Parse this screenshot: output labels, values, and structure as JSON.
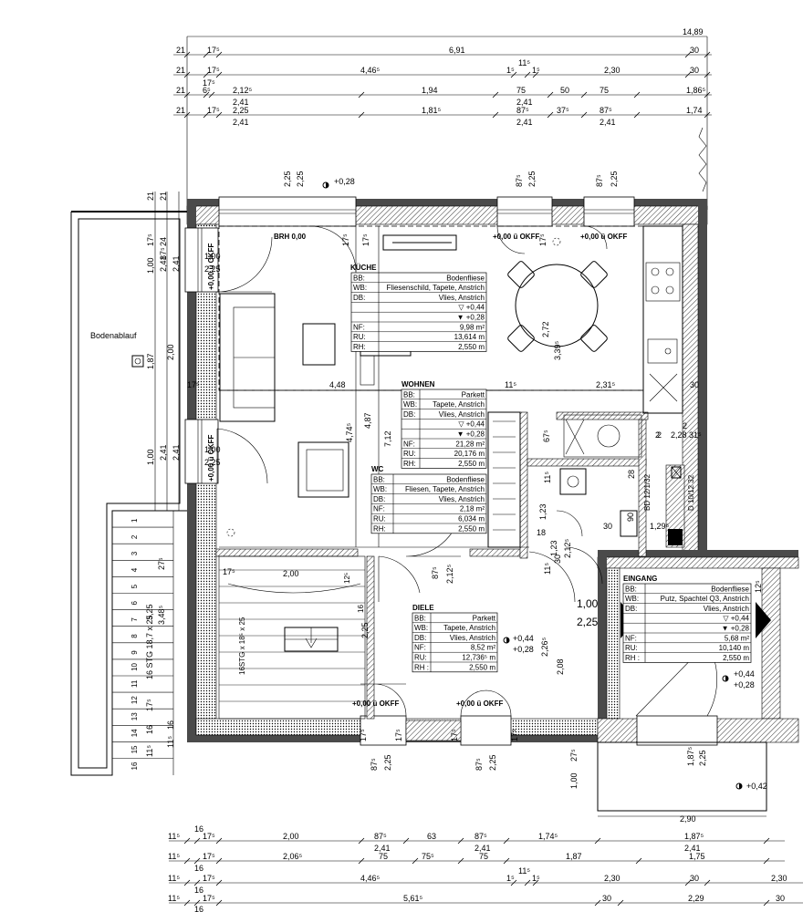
{
  "dims": {
    "top": {
      "r1": {
        "a": "21",
        "b": "17⁵",
        "c": "6,91",
        "d": "30",
        "total": "14,89"
      },
      "r2": {
        "a": "21",
        "b": "17⁵",
        "c": "4,46⁵",
        "d": "1⁵",
        "e": "11⁵",
        "f": "1⁵",
        "g": "2,30",
        "h": "30"
      },
      "r3": {
        "a": "21",
        "b": "6⁵",
        "c": "2,12⁵",
        "c2": "2,41",
        "d": "1,94",
        "e": "75",
        "e2": "2,41",
        "f": "50",
        "g": "75",
        "h": "1,86⁵",
        "sub": "17⁵"
      },
      "r4": {
        "a": "21",
        "b": "17⁵",
        "c": "2,25",
        "c2": "2,41",
        "d": "1,81⁵",
        "e": "87⁵",
        "e2": "2,41",
        "f": "37⁵",
        "g": "87⁵",
        "g2": "2,41",
        "h": "1,74"
      }
    },
    "bottom": {
      "r1": {
        "a": "11⁵",
        "a2": "16",
        "b": "17⁵",
        "c": "2,00",
        "d": "87⁵",
        "d2": "2,41",
        "e": "63",
        "f": "87⁵",
        "f2": "2,41",
        "g": "1,74⁵",
        "h": "1,87⁵",
        "h2": "2,41"
      },
      "r2": {
        "a": "11⁵",
        "a2": "16",
        "b": "17⁵",
        "c": "2,06⁵",
        "d": "75",
        "e": "75⁵",
        "f": "75",
        "g": "1,87",
        "h": "1,75"
      },
      "r3": {
        "a": "11⁵",
        "a2": "16",
        "b": "17⁵",
        "c": "4,46⁵",
        "d": "1⁵",
        "e": "11⁵",
        "f": "1⁵",
        "g": "2,30",
        "h": "30",
        "i": "2,30"
      },
      "r4": {
        "a": "11⁵",
        "a2": "16",
        "b": "17⁵",
        "c": "5,61⁵",
        "d": "30",
        "e": "2,29",
        "f": "30"
      }
    },
    "left": {
      "a": "1,00",
      "a2": "2,41",
      "a3": "17⁵",
      "a4": "24",
      "a5": "87⁵",
      "a6": "2,41",
      "b": "1,87",
      "c": "2,00",
      "d": "1,00",
      "d2": "2,41",
      "d3": "2,41",
      "e": "27⁵",
      "f": "3,25",
      "f2": "3,48⁵",
      "g": "16 STG 18,7 x 25",
      "h": "17⁵",
      "h2": "16",
      "h3": "11⁵",
      "top21": "21",
      "top21b": "21"
    },
    "interior": {
      "win1h": "2,25",
      "win1h2": "2,25",
      "win2h": "87⁵",
      "win2h2": "2,25",
      "win3h": "87⁵",
      "win3h2": "2,25",
      "kuecheH": "2,72",
      "kuecheH2": "3,39⁵",
      "wohnW": "4,48",
      "wohnH": "4,74⁵",
      "wohnH2": "4,87",
      "wohnH3": "7,12",
      "w17": "17⁵",
      "w11": "11⁵",
      "w231": "2,31⁵",
      "w30": "30",
      "w675": "67⁵",
      "hall123": "1,23",
      "hall2125": "2,12⁵",
      "hall30": "30",
      "hall115": "11⁵",
      "hall18": "18",
      "hall90": "90",
      "hall129": "1,29⁵",
      "hall28": "28",
      "hall2": "2",
      "hall228": "2,28",
      "hall315": "31⁵",
      "st175": "17⁵",
      "st200": "2,00",
      "st125": "12⁵",
      "st16": "16",
      "st225": "2,25",
      "stair": "16STG x 18⁵ x 25",
      "d875": "87⁵",
      "d2125": "2,12⁵",
      "dh100": "1,00",
      "dh225": "2,25",
      "d226": "2,26⁵",
      "d208": "2,08",
      "eing275": "27⁵",
      "eing100": "1,00",
      "eing187": "1,87⁵",
      "eing225": "2,25",
      "eing290": "2,90",
      "eing125": "12⁵",
      "b875a": "87⁵",
      "b225a": "2,25",
      "b875b": "87⁵",
      "b225b": "2,25",
      "b175a": "17⁵",
      "b175b": "17⁵",
      "b175c": "17⁵",
      "b175d": "17⁵",
      "br100a": "1,00",
      "br225a": "2,25",
      "br100b": "1,00",
      "br225b": "2,25"
    }
  },
  "labels": {
    "bodenablauf": "Bodenablauf",
    "brh": "BRH 0,00",
    "okff1": "+0,00 ü OKFF",
    "okff2": "+0,00 ü OKFF",
    "okff3": "+0,00 ü OKFF",
    "okff4": "+0,00 ü OKFF",
    "okff5": "+0,00 ü OKFF",
    "okff6": "+0,00 ü OKFF",
    "okff7": "+0,00 ü OKFF",
    "lvl028top": "+0,28",
    "lvl044a": "+0,44",
    "lvl028a": "+0,28",
    "lvl044b": "+0,44",
    "lvl028b": "+0,28",
    "lvl042": "+0,42",
    "bd1": "BD 12/1/32",
    "bd2": "D 10/12 32",
    "ten100": "1,00",
    "ten225": "2,25"
  },
  "rooms": {
    "kueche": {
      "name": "KÜCHE",
      "rows": [
        [
          "BB:",
          "Bodenfliese"
        ],
        [
          "WB:",
          "Fliesenschild, Tapete, Anstrich"
        ],
        [
          "DB:",
          "Vlies, Anstrich"
        ],
        [
          "",
          "▽ +0,44"
        ],
        [
          "",
          "▼ +0,28"
        ],
        [
          "NF:",
          "9,98 m²"
        ],
        [
          "RU:",
          "13,614 m"
        ],
        [
          "RH:",
          "2,550 m"
        ]
      ]
    },
    "wohnen": {
      "name": "WOHNEN",
      "rows": [
        [
          "BB:",
          "Parkett"
        ],
        [
          "WB:",
          "Tapete, Anstrich"
        ],
        [
          "DB:",
          "Vlies, Anstrich"
        ],
        [
          "",
          "▽ +0,44"
        ],
        [
          "",
          "▼ +0,28"
        ],
        [
          "NF:",
          "21,28 m²"
        ],
        [
          "RU:",
          "20,176 m"
        ],
        [
          "RH:",
          "2,550 m"
        ]
      ]
    },
    "wc": {
      "name": "WC",
      "rows": [
        [
          "BB:",
          "Bodenfliese"
        ],
        [
          "WB:",
          "Fliesen, Tapete, Anstrich"
        ],
        [
          "DB:",
          "Vlies, Anstrich"
        ],
        [
          "NF:",
          "2,18 m²"
        ],
        [
          "RU:",
          "6,034 m"
        ],
        [
          "RH:",
          "2,550 m"
        ]
      ]
    },
    "diele": {
      "name": "DIELE",
      "rows": [
        [
          "BB:",
          "Parkett"
        ],
        [
          "WB:",
          "Tapete, Anstrich"
        ],
        [
          "DB:",
          "Vlies, Anstrich"
        ],
        [
          "NF:",
          "8,52 m²"
        ],
        [
          "RU:",
          "12,736⁵ m"
        ],
        [
          "RH :",
          "2,550 m"
        ]
      ]
    },
    "eingang": {
      "name": "EINGANG",
      "rows": [
        [
          "BB:",
          "Bodenfliese"
        ],
        [
          "WB:",
          "Putz, Spachtel Q3, Anstrich"
        ],
        [
          "DB:",
          "Vlies, Anstrich"
        ],
        [
          "",
          "▽ +0,44"
        ],
        [
          "",
          "▼ +0,28"
        ],
        [
          "NF:",
          "5,68 m²"
        ],
        [
          "RU:",
          "10,140 m"
        ],
        [
          "RH :",
          "2,550 m"
        ]
      ]
    }
  },
  "stair_numbers": [
    "1",
    "2",
    "3",
    "4",
    "5",
    "6",
    "7",
    "8",
    "9",
    "10",
    "11",
    "12",
    "13",
    "14",
    "15",
    "16"
  ]
}
